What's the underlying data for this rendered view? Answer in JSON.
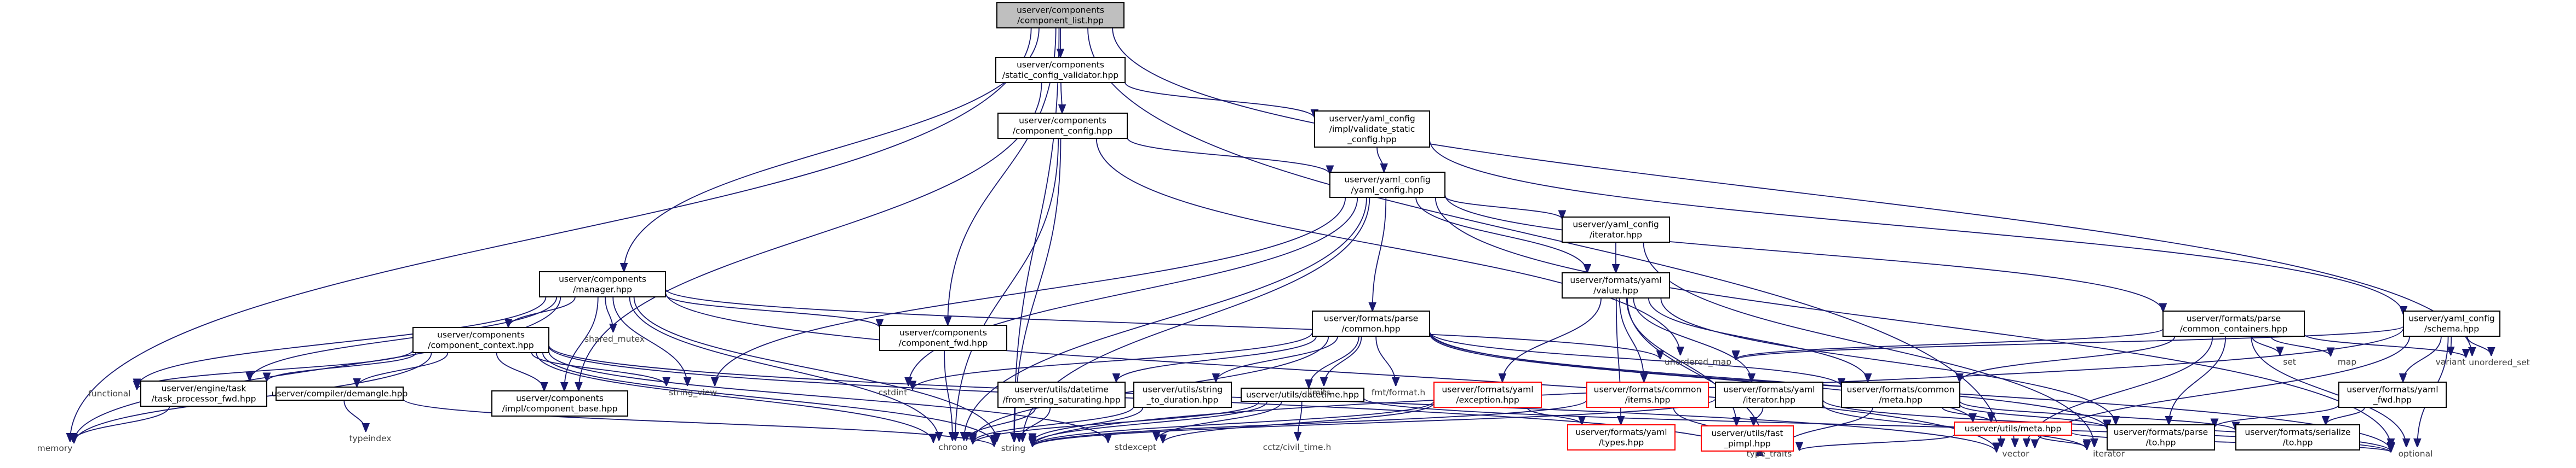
{
  "graph": {
    "nodes": [
      {
        "id": "root",
        "lines": [
          "userver/components",
          "/component_list.hpp"
        ],
        "style": "root"
      },
      {
        "id": "scv",
        "lines": [
          "userver/components",
          "/static_config_validator.hpp"
        ],
        "style": "normal"
      },
      {
        "id": "memory",
        "lines": [
          "memory"
        ],
        "style": "gray"
      },
      {
        "id": "manager",
        "lines": [
          "userver/components",
          "/manager.hpp"
        ],
        "style": "normal"
      },
      {
        "id": "string",
        "lines": [
          "string"
        ],
        "style": "gray"
      },
      {
        "id": "compfwd",
        "lines": [
          "userver/components",
          "/component_fwd.hpp"
        ],
        "style": "normal"
      },
      {
        "id": "unordered_set",
        "lines": [
          "unordered_set"
        ],
        "style": "gray"
      },
      {
        "id": "vector",
        "lines": [
          "vector"
        ],
        "style": "gray"
      },
      {
        "id": "compconfig",
        "lines": [
          "userver/components",
          "/component_config.hpp"
        ],
        "style": "normal"
      },
      {
        "id": "impl_vsc",
        "lines": [
          "userver/yaml_config",
          "/impl/validate_static",
          "_config.hpp"
        ],
        "style": "normal"
      },
      {
        "id": "compbase",
        "lines": [
          "userver/components",
          "/impl/component_base.hpp"
        ],
        "style": "normal"
      },
      {
        "id": "chrono",
        "lines": [
          "chrono"
        ],
        "style": "gray"
      },
      {
        "id": "yamlconfig",
        "lines": [
          "userver/yaml_config",
          "/yaml_config.hpp"
        ],
        "style": "normal"
      },
      {
        "id": "unordered_map",
        "lines": [
          "unordered_map"
        ],
        "style": "gray"
      },
      {
        "id": "cstdint",
        "lines": [
          "cstdint"
        ],
        "style": "gray"
      },
      {
        "id": "string_view",
        "lines": [
          "string_view"
        ],
        "style": "gray"
      },
      {
        "id": "parse_common",
        "lines": [
          "userver/formats/parse",
          "/common.hpp"
        ],
        "style": "normal"
      },
      {
        "id": "yc_iterator",
        "lines": [
          "userver/yaml_config",
          "/iterator.hpp"
        ],
        "style": "normal"
      },
      {
        "id": "yaml_value",
        "lines": [
          "userver/formats/yaml",
          "/value.hpp"
        ],
        "style": "normal"
      },
      {
        "id": "common_containers",
        "lines": [
          "userver/formats/parse",
          "/common_containers.hpp"
        ],
        "style": "normal"
      },
      {
        "id": "optional",
        "lines": [
          "optional"
        ],
        "style": "gray"
      },
      {
        "id": "yc_schema",
        "lines": [
          "userver/yaml_config",
          "/schema.hpp"
        ],
        "style": "normal"
      },
      {
        "id": "iterator",
        "lines": [
          "iterator"
        ],
        "style": "gray"
      },
      {
        "id": "type_traits",
        "lines": [
          "type_traits"
        ],
        "style": "gray"
      },
      {
        "id": "functional",
        "lines": [
          "functional"
        ],
        "style": "gray"
      },
      {
        "id": "shared_mutex",
        "lines": [
          "shared_mutex"
        ],
        "style": "gray"
      },
      {
        "id": "comp_context",
        "lines": [
          "userver/components",
          "/component_context.hpp"
        ],
        "style": "normal"
      },
      {
        "id": "task_fwd",
        "lines": [
          "userver/engine/task",
          "/task_processor_fwd.hpp"
        ],
        "style": "normal"
      },
      {
        "id": "demangle",
        "lines": [
          "userver/compiler/demangle.hpp"
        ],
        "style": "normal"
      },
      {
        "id": "typeindex",
        "lines": [
          "typeindex"
        ],
        "style": "gray"
      },
      {
        "id": "dt_saturating",
        "lines": [
          "userver/utils/datetime",
          "/from_string_saturating.hpp"
        ],
        "style": "normal"
      },
      {
        "id": "string_to_duration",
        "lines": [
          "userver/utils/string",
          "_to_duration.hpp"
        ],
        "style": "normal"
      },
      {
        "id": "datetime",
        "lines": [
          "userver/utils/datetime.hpp"
        ],
        "style": "normal"
      },
      {
        "id": "limits",
        "lines": [
          "limits"
        ],
        "style": "gray"
      },
      {
        "id": "fmt_format",
        "lines": [
          "fmt/format.h"
        ],
        "style": "gray"
      },
      {
        "id": "yaml_exception",
        "lines": [
          "userver/formats/yaml",
          "/exception.hpp"
        ],
        "style": "red"
      },
      {
        "id": "common_items",
        "lines": [
          "userver/formats/common",
          "/items.hpp"
        ],
        "style": "red"
      },
      {
        "id": "yaml_iterator",
        "lines": [
          "userver/formats/yaml",
          "/iterator.hpp"
        ],
        "style": "normal"
      },
      {
        "id": "common_meta",
        "lines": [
          "userver/formats/common",
          "/meta.hpp"
        ],
        "style": "normal"
      },
      {
        "id": "set",
        "lines": [
          "set"
        ],
        "style": "gray"
      },
      {
        "id": "map",
        "lines": [
          "map"
        ],
        "style": "gray"
      },
      {
        "id": "variant",
        "lines": [
          "variant"
        ],
        "style": "gray"
      },
      {
        "id": "yaml_fwd",
        "lines": [
          "userver/formats/yaml",
          "_fwd.hpp"
        ],
        "style": "normal"
      },
      {
        "id": "stdexcept",
        "lines": [
          "stdexcept"
        ],
        "style": "gray"
      },
      {
        "id": "cctz",
        "lines": [
          "cctz/civil_time.h"
        ],
        "style": "gray"
      },
      {
        "id": "yaml_types",
        "lines": [
          "userver/formats/yaml",
          "/types.hpp"
        ],
        "style": "red"
      },
      {
        "id": "fast_pimpl",
        "lines": [
          "userver/utils/fast",
          "_pimpl.hpp"
        ],
        "style": "red"
      },
      {
        "id": "utils_meta",
        "lines": [
          "userver/utils/meta.hpp"
        ],
        "style": "red"
      },
      {
        "id": "parse_to",
        "lines": [
          "userver/formats/parse",
          "/to.hpp"
        ],
        "style": "normal"
      },
      {
        "id": "serialize_to",
        "lines": [
          "userver/formats/serialize",
          "/to.hpp"
        ],
        "style": "normal"
      }
    ],
    "edges": [
      [
        "root",
        "scv"
      ],
      [
        "root",
        "memory"
      ],
      [
        "root",
        "manager"
      ],
      [
        "root",
        "string"
      ],
      [
        "root",
        "compfwd"
      ],
      [
        "root",
        "unordered_set"
      ],
      [
        "root",
        "vector"
      ],
      [
        "scv",
        "compconfig"
      ],
      [
        "scv",
        "impl_vsc"
      ],
      [
        "scv",
        "compbase"
      ],
      [
        "compconfig",
        "yamlconfig"
      ],
      [
        "compconfig",
        "unordered_map"
      ],
      [
        "compconfig",
        "string"
      ],
      [
        "compconfig",
        "chrono"
      ],
      [
        "impl_vsc",
        "yamlconfig"
      ],
      [
        "impl_vsc",
        "yc_schema"
      ],
      [
        "yamlconfig",
        "parse_common"
      ],
      [
        "yamlconfig",
        "yc_iterator"
      ],
      [
        "yamlconfig",
        "yaml_value"
      ],
      [
        "yamlconfig",
        "common_containers"
      ],
      [
        "yamlconfig",
        "optional"
      ],
      [
        "yamlconfig",
        "string"
      ],
      [
        "yamlconfig",
        "cstdint"
      ],
      [
        "yamlconfig",
        "string_view"
      ],
      [
        "yamlconfig",
        "chrono"
      ],
      [
        "yc_iterator",
        "yaml_value"
      ],
      [
        "yc_iterator",
        "iterator"
      ],
      [
        "yaml_value",
        "yaml_exception"
      ],
      [
        "yaml_value",
        "common_items"
      ],
      [
        "yaml_value",
        "yaml_iterator"
      ],
      [
        "yaml_value",
        "common_meta"
      ],
      [
        "yaml_value",
        "yaml_types"
      ],
      [
        "yaml_value",
        "fast_pimpl"
      ],
      [
        "yaml_value",
        "parse_to"
      ],
      [
        "yaml_value",
        "type_traits"
      ],
      [
        "manager",
        "compfwd"
      ],
      [
        "manager",
        "compbase"
      ],
      [
        "manager",
        "comp_context"
      ],
      [
        "manager",
        "task_fwd"
      ],
      [
        "manager",
        "memory"
      ],
      [
        "manager",
        "functional"
      ],
      [
        "manager",
        "shared_mutex"
      ],
      [
        "manager",
        "string"
      ],
      [
        "manager",
        "string_view"
      ],
      [
        "manager",
        "vector"
      ],
      [
        "manager",
        "unordered_map"
      ],
      [
        "manager",
        "chrono"
      ],
      [
        "comp_context",
        "compbase"
      ],
      [
        "comp_context",
        "task_fwd"
      ],
      [
        "comp_context",
        "demangle"
      ],
      [
        "comp_context",
        "memory"
      ],
      [
        "comp_context",
        "functional"
      ],
      [
        "comp_context",
        "string"
      ],
      [
        "comp_context",
        "string_view"
      ],
      [
        "comp_context",
        "vector"
      ],
      [
        "comp_context",
        "stdexcept"
      ],
      [
        "comp_context",
        "type_traits"
      ],
      [
        "comp_context",
        "chrono"
      ],
      [
        "compfwd",
        "chrono"
      ],
      [
        "demangle",
        "typeindex"
      ],
      [
        "demangle",
        "string"
      ],
      [
        "parse_common",
        "dt_saturating"
      ],
      [
        "parse_common",
        "string_to_duration"
      ],
      [
        "parse_common",
        "datetime"
      ],
      [
        "parse_common",
        "limits"
      ],
      [
        "parse_common",
        "fmt_format"
      ],
      [
        "parse_common",
        "common_meta"
      ],
      [
        "parse_common",
        "utils_meta"
      ],
      [
        "parse_common",
        "cstdint"
      ],
      [
        "parse_common",
        "chrono"
      ],
      [
        "parse_common",
        "optional"
      ],
      [
        "parse_common",
        "parse_to"
      ],
      [
        "dt_saturating",
        "chrono"
      ],
      [
        "dt_saturating",
        "string"
      ],
      [
        "string_to_duration",
        "chrono"
      ],
      [
        "string_to_duration",
        "string"
      ],
      [
        "datetime",
        "chrono"
      ],
      [
        "datetime",
        "string"
      ],
      [
        "datetime",
        "stdexcept"
      ],
      [
        "datetime",
        "cctz"
      ],
      [
        "datetime",
        "optional"
      ],
      [
        "yaml_exception",
        "yaml_types"
      ],
      [
        "yaml_exception",
        "string"
      ],
      [
        "yaml_exception",
        "stdexcept"
      ],
      [
        "common_items",
        "type_traits"
      ],
      [
        "common_items",
        "string"
      ],
      [
        "yaml_iterator",
        "fast_pimpl"
      ],
      [
        "yaml_iterator",
        "iterator"
      ],
      [
        "yaml_iterator",
        "optional"
      ],
      [
        "yaml_iterator",
        "string"
      ],
      [
        "common_meta",
        "utils_meta"
      ],
      [
        "common_meta",
        "type_traits"
      ],
      [
        "common_meta",
        "parse_to"
      ],
      [
        "common_meta",
        "serialize_to"
      ],
      [
        "common_containers",
        "common_meta"
      ],
      [
        "common_containers",
        "parse_to"
      ],
      [
        "common_containers",
        "set"
      ],
      [
        "common_containers",
        "map"
      ],
      [
        "common_containers",
        "unordered_set"
      ],
      [
        "common_containers",
        "unordered_map"
      ],
      [
        "common_containers",
        "vector"
      ],
      [
        "common_containers",
        "optional"
      ],
      [
        "yc_schema",
        "yaml_fwd"
      ],
      [
        "yc_schema",
        "variant"
      ],
      [
        "yc_schema",
        "unordered_set"
      ],
      [
        "yc_schema",
        "unordered_map"
      ],
      [
        "yc_schema",
        "optional"
      ],
      [
        "yc_schema",
        "string"
      ],
      [
        "yc_schema",
        "vector"
      ],
      [
        "yaml_fwd",
        "parse_to"
      ],
      [
        "yaml_fwd",
        "serialize_to"
      ],
      [
        "utils_meta",
        "type_traits"
      ],
      [
        "utils_meta",
        "vector"
      ],
      [
        "utils_meta",
        "iterator"
      ],
      [
        "utils_meta",
        "optional"
      ],
      [
        "fast_pimpl",
        "type_traits"
      ],
      [
        "task_fwd",
        "memory"
      ]
    ]
  }
}
